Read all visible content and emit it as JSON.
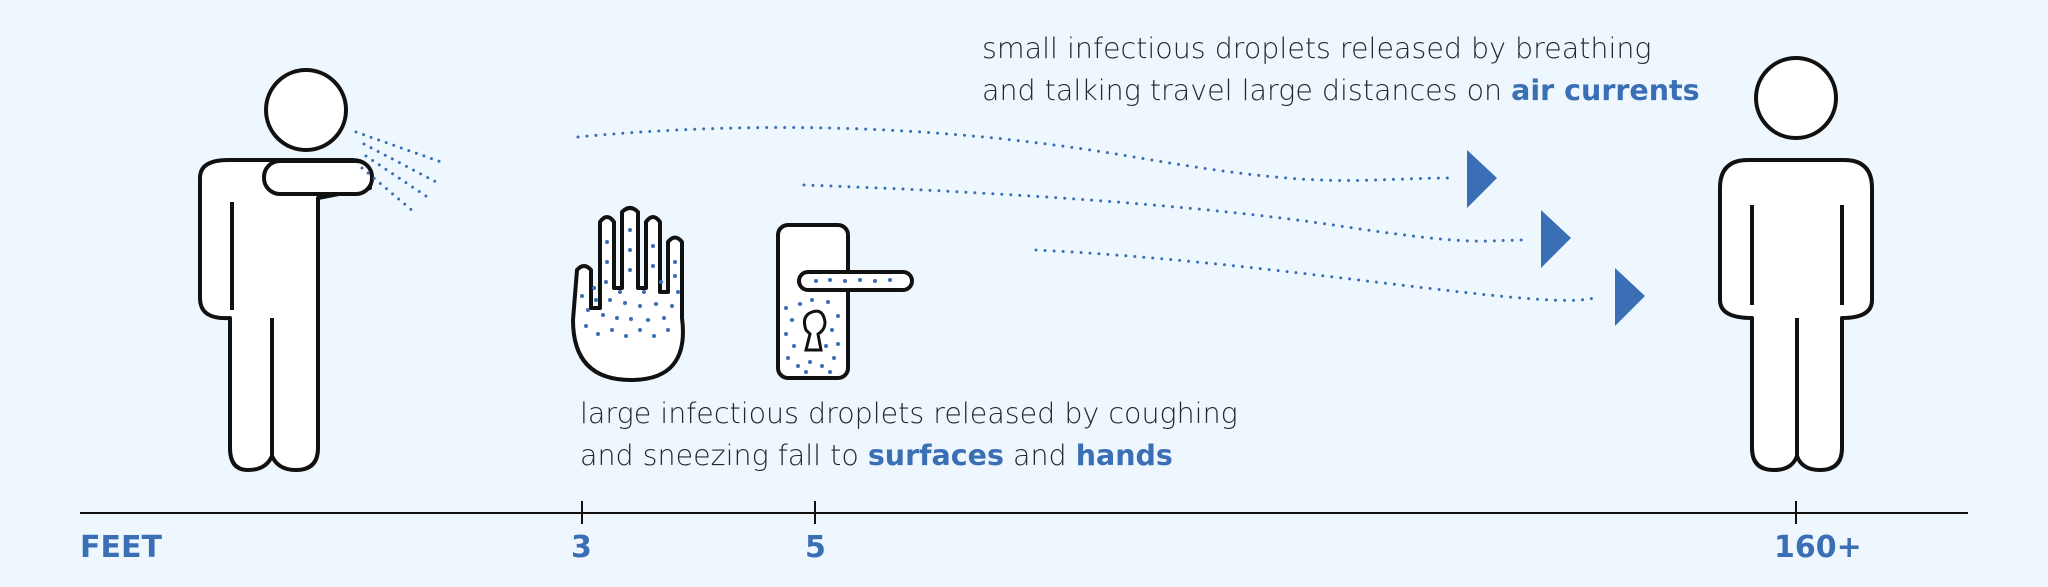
{
  "top_caption": {
    "line1": "small infectious droplets released by breathing",
    "line2_prefix": "and talking travel large distances on ",
    "line2_highlight": "air currents"
  },
  "bottom_caption": {
    "line1": "large infectious droplets released by coughing",
    "line2_prefix": "and sneezing fall to ",
    "highlight1": "surfaces",
    "connector": " and ",
    "highlight2": "hands"
  },
  "axis": {
    "unit_label": "FEET",
    "ticks": [
      "3",
      "5",
      "160+"
    ]
  },
  "colors": {
    "accent": "#3a6eb5",
    "background": "#eef7fd",
    "outline": "#111111"
  },
  "icons": [
    "sneezing-person-icon",
    "hand-icon",
    "door-handle-icon",
    "receiving-person-icon"
  ]
}
